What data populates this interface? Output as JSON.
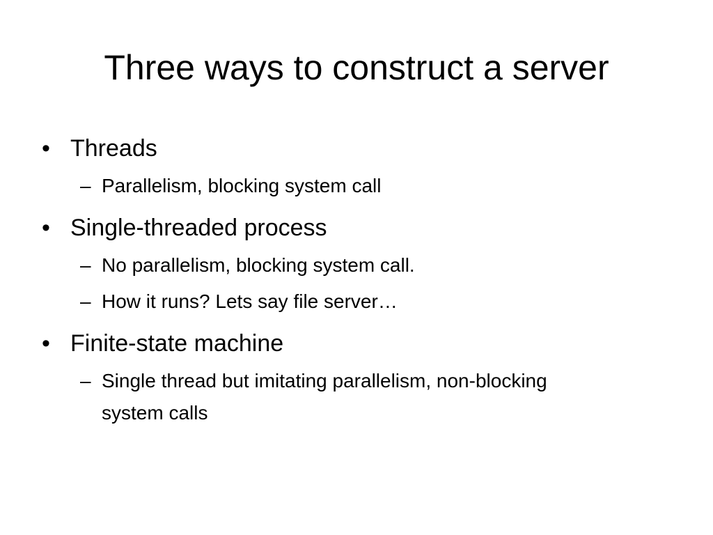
{
  "slide": {
    "title": "Three ways to construct a server",
    "bullet_symbol": "•",
    "sub_bullet_symbol": "–",
    "items": [
      {
        "text": "Threads",
        "subitems": [
          "Parallelism, blocking system call"
        ]
      },
      {
        "text": "Single-threaded process",
        "subitems": [
          "No parallelism, blocking system call.",
          "How it runs? Lets say file server…"
        ]
      },
      {
        "text": "Finite-state machine",
        "subitems": [
          "Single thread but imitating parallelism, non-blocking system calls"
        ]
      }
    ]
  }
}
